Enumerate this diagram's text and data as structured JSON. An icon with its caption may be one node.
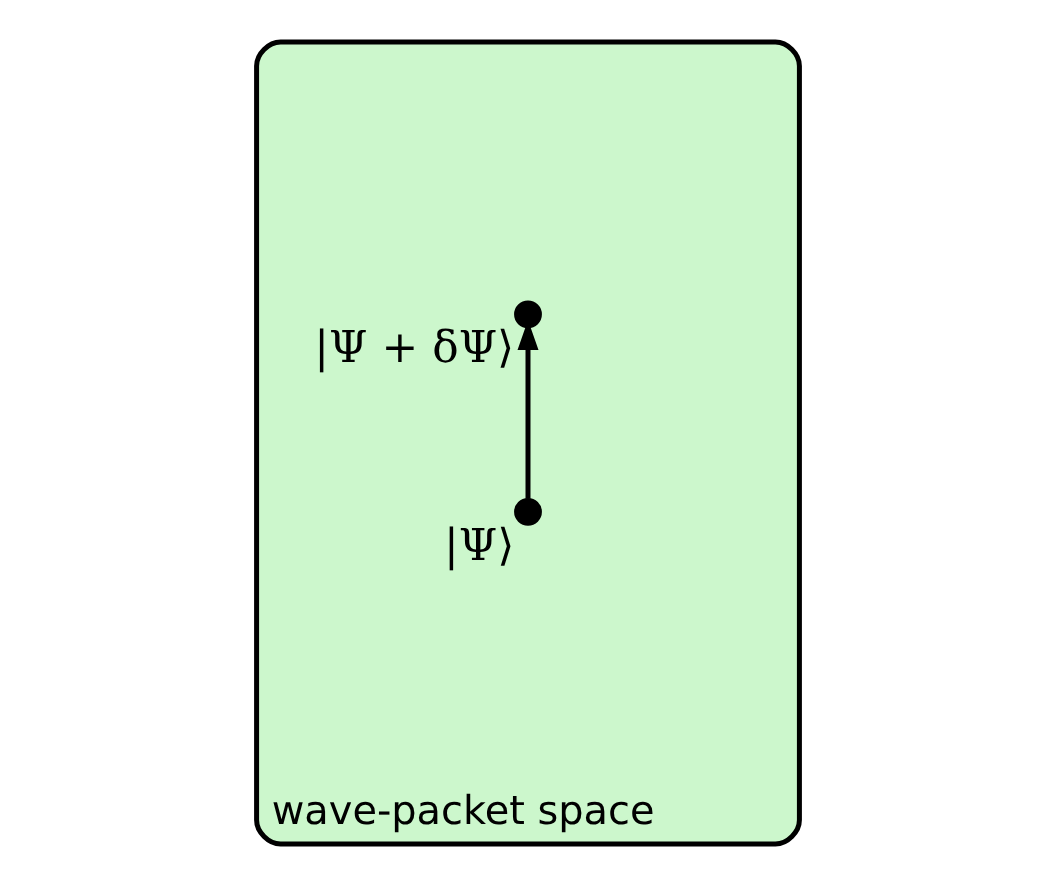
{
  "diagram": {
    "nodes": [
      {
        "text": [
          "wave-packet space"
        ]
      },
      {
        "text": [],
        "shape": "circle",
        "in": 0,
        "beside": [
          "|Ψ⟩"
        ]
      },
      {
        "text": [],
        "shape": "circle",
        "in": 0,
        "beside": [
          "|Ψ + δΨ⟩"
        ]
      }
    ],
    "edges": [
      {
        "from": 1,
        "to": 2,
        "arrow": "to"
      }
    ]
  }
}
